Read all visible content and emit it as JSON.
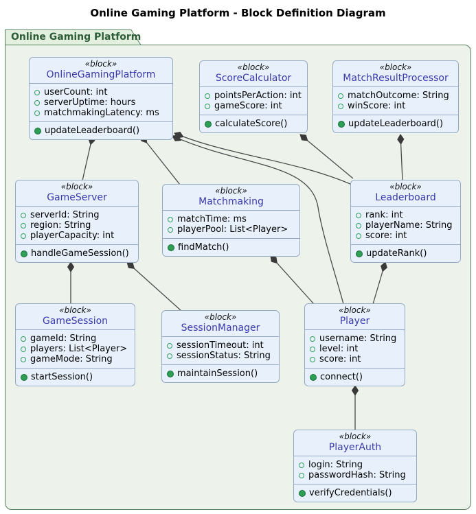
{
  "title": "Online Gaming Platform - Block Definition Diagram",
  "package": {
    "name": "Online Gaming Platform"
  },
  "blocks": [
    {
      "name": "OnlineGamingPlatform",
      "stereotype": "«block»",
      "attributes": [
        "userCount: int",
        "serverUptime: hours",
        "matchmakingLatency: ms"
      ],
      "operations": [
        "updateLeaderboard()"
      ]
    },
    {
      "name": "ScoreCalculator",
      "stereotype": "«block»",
      "attributes": [
        "pointsPerAction: int",
        "gameScore: int"
      ],
      "operations": [
        "calculateScore()"
      ]
    },
    {
      "name": "MatchResultProcessor",
      "stereotype": "«block»",
      "attributes": [
        "matchOutcome: String",
        "winScore: int"
      ],
      "operations": [
        "updateLeaderboard()"
      ]
    },
    {
      "name": "GameServer",
      "stereotype": "«block»",
      "attributes": [
        "serverId: String",
        "region: String",
        "playerCapacity: int"
      ],
      "operations": [
        "handleGameSession()"
      ]
    },
    {
      "name": "Matchmaking",
      "stereotype": "«block»",
      "attributes": [
        "matchTime: ms",
        "playerPool: List<Player>"
      ],
      "operations": [
        "findMatch()"
      ]
    },
    {
      "name": "Leaderboard",
      "stereotype": "«block»",
      "attributes": [
        "rank: int",
        "playerName: String",
        "score: int"
      ],
      "operations": [
        "updateRank()"
      ]
    },
    {
      "name": "GameSession",
      "stereotype": "«block»",
      "attributes": [
        "gameId: String",
        "players: List<Player>",
        "gameMode: String"
      ],
      "operations": [
        "startSession()"
      ]
    },
    {
      "name": "SessionManager",
      "stereotype": "«block»",
      "attributes": [
        "sessionTimeout: int",
        "sessionStatus: String"
      ],
      "operations": [
        "maintainSession()"
      ]
    },
    {
      "name": "Player",
      "stereotype": "«block»",
      "attributes": [
        "username: String",
        "level: int",
        "score: int"
      ],
      "operations": [
        "connect()"
      ]
    },
    {
      "name": "PlayerAuth",
      "stereotype": "«block»",
      "attributes": [
        "login: String",
        "passwordHash: String"
      ],
      "operations": [
        "verifyCredentials()"
      ]
    }
  ],
  "relationships": [
    {
      "from": "OnlineGamingPlatform",
      "to": "GameServer",
      "type": "composition"
    },
    {
      "from": "OnlineGamingPlatform",
      "to": "Matchmaking",
      "type": "composition"
    },
    {
      "from": "OnlineGamingPlatform",
      "to": "Leaderboard",
      "type": "composition"
    },
    {
      "from": "OnlineGamingPlatform",
      "to": "Player",
      "type": "composition"
    },
    {
      "from": "ScoreCalculator",
      "to": "Leaderboard",
      "type": "composition"
    },
    {
      "from": "MatchResultProcessor",
      "to": "Leaderboard",
      "type": "composition"
    },
    {
      "from": "GameServer",
      "to": "GameSession",
      "type": "composition"
    },
    {
      "from": "GameServer",
      "to": "SessionManager",
      "type": "composition"
    },
    {
      "from": "Matchmaking",
      "to": "Player",
      "type": "composition"
    },
    {
      "from": "Leaderboard",
      "to": "Player",
      "type": "composition"
    },
    {
      "from": "Player",
      "to": "PlayerAuth",
      "type": "composition"
    }
  ],
  "colors": {
    "block_fill": "#e8f1fb",
    "block_border": "#93a9c5",
    "block_name": "#3939a9",
    "package_fill": "#edf3ea",
    "package_tab_fill": "#e3efdf",
    "package_border": "#52805a",
    "package_title": "#2d5c38",
    "attribute_icon": "#2f9e5b",
    "operation_icon": "#2f9e55",
    "connector": "#4a4a4a",
    "title_text": "#000000"
  }
}
